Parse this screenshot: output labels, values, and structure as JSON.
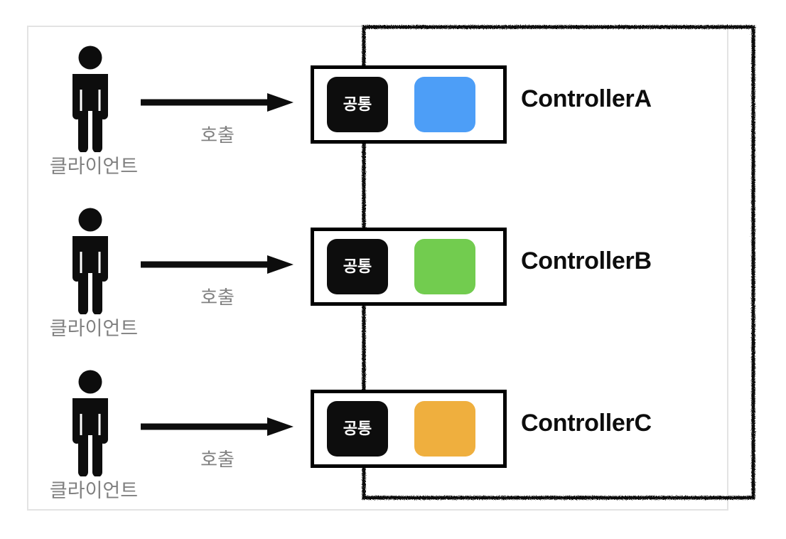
{
  "diagram": {
    "title": "Controller common-module call diagram",
    "background_color": "#ffffff",
    "outer_frame_color": "#e3e3e3",
    "boundary_stroke_color": "#0d0d0d",
    "label_gray": "#808080",
    "badge_background": "#0d0d0d",
    "badge_text_color": "#ffffff"
  },
  "rows": [
    {
      "client_label": "클라이언트",
      "call_label": "호출",
      "badge_label": "공통",
      "chip_color": "#4d9ef7",
      "controller_name": "ControllerA"
    },
    {
      "client_label": "클라이언트",
      "call_label": "호출",
      "badge_label": "공통",
      "chip_color": "#72cc4f",
      "controller_name": "ControllerB"
    },
    {
      "client_label": "클라이언트",
      "call_label": "호출",
      "badge_label": "공통",
      "chip_color": "#efaf3e",
      "controller_name": "ControllerC"
    }
  ],
  "icons": {
    "person": "person-icon",
    "arrow": "arrow-right-icon"
  }
}
